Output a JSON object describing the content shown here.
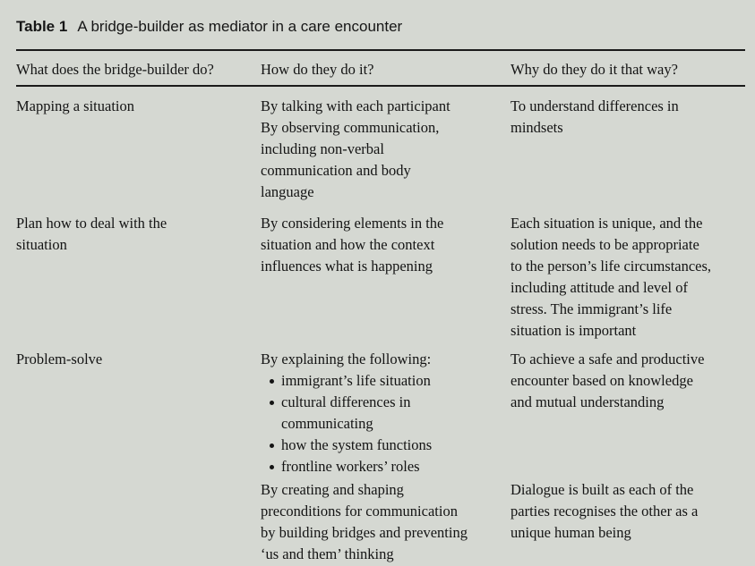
{
  "colors": {
    "background": "#d5d8d2",
    "text": "#141414",
    "rule": "#1a1a1a"
  },
  "title": {
    "label": "Table 1",
    "text": "A bridge-builder as mediator in a care encounter"
  },
  "table": {
    "headers": [
      "What does the bridge-builder do?",
      "How do they do it?",
      "Why do they do it that way?"
    ],
    "rows": [
      {
        "what": [
          {
            "type": "p",
            "lines": [
              "Mapping a situation"
            ]
          }
        ],
        "how": [
          {
            "type": "p",
            "lines": [
              "By talking with each participant"
            ]
          },
          {
            "type": "p",
            "lines": [
              "By observing communication,",
              "including non-verbal",
              "communication and body",
              "language"
            ]
          }
        ],
        "why": [
          {
            "type": "p",
            "lines": [
              "To understand differences in",
              "mindsets"
            ]
          }
        ]
      },
      {
        "what": [
          {
            "type": "p",
            "lines": [
              "Plan how to deal with the",
              "situation"
            ]
          }
        ],
        "how": [
          {
            "type": "p",
            "lines": [
              "By considering elements in the",
              "situation and how the context",
              "influences what is happening"
            ]
          }
        ],
        "why": [
          {
            "type": "p",
            "lines": [
              "Each situation is unique, and the",
              "solution needs to be appropriate",
              "to the person’s life circumstances,",
              "including attitude and level of",
              "stress. The immigrant’s life",
              "situation is important"
            ]
          }
        ]
      },
      {
        "what": [
          {
            "type": "p",
            "lines": [
              "Problem-solve"
            ]
          }
        ],
        "how": [
          {
            "type": "p",
            "lines": [
              "By explaining the following:"
            ]
          },
          {
            "type": "bullets",
            "items": [
              {
                "lines": [
                  "immigrant’s life situation"
                ]
              },
              {
                "lines": [
                  "cultural differences in",
                  "communicating"
                ]
              },
              {
                "lines": [
                  "how the system functions"
                ]
              },
              {
                "lines": [
                  "frontline workers’ roles"
                ]
              }
            ]
          }
        ],
        "why": [
          {
            "type": "p",
            "lines": [
              "To achieve a safe and productive",
              "encounter based on knowledge",
              "and mutual understanding"
            ]
          }
        ]
      },
      {
        "what": [],
        "how": [
          {
            "type": "p",
            "lines": [
              "By creating and shaping",
              "preconditions for communication",
              "by building bridges and preventing",
              "‘us and them’ thinking"
            ]
          }
        ],
        "why": [
          {
            "type": "p",
            "lines": [
              "Dialogue is built as each of the",
              "parties recognises the other as a",
              "unique human being"
            ]
          }
        ]
      }
    ]
  }
}
